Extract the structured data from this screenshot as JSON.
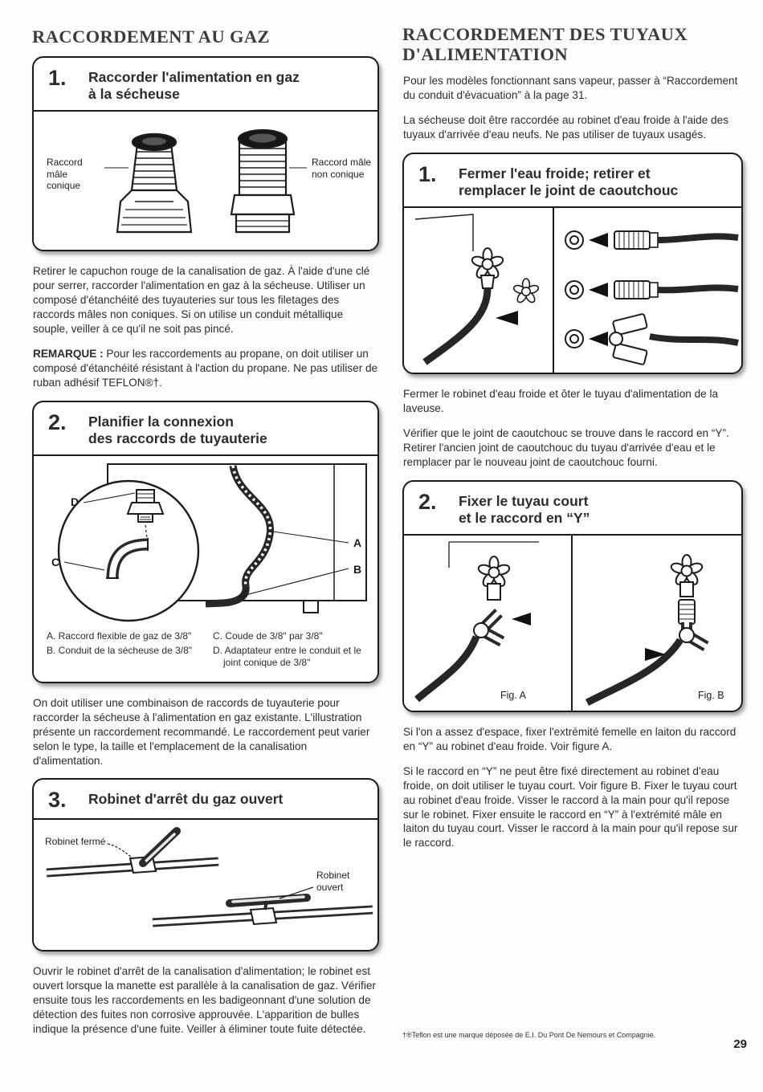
{
  "page": {
    "number": "29",
    "footnote": "†®Teflon est une marque déposée de E.I. Du Pont De Nemours et Compagnie."
  },
  "gas_section": {
    "title": "RACCORDEMENT AU GAZ",
    "step1": {
      "number": "1.",
      "title_lines": [
        "Raccorder l'alimentation en gaz",
        "à la sécheuse"
      ],
      "label_conical": "Raccord mâle conique",
      "label_nonconical": "Raccord mâle non conique"
    },
    "para1": "Retirer le capuchon rouge de la canalisation de gaz. À l'aide d'une clé pour serrer, raccorder l'alimentation en gaz à la sécheuse. Utiliser un composé d'étanchéité des tuyauteries sur tous les filetages des raccords mâles non coniques. Si on utilise un conduit métallique souple, veiller à ce qu'il ne soit pas pincé.",
    "remark_label": "REMARQUE :",
    "remark_text": " Pour les raccordements au propane, on doit utiliser un composé d'étanchéité résistant à l'action du propane. Ne pas utiliser de ruban adhésif TEFLON®†.",
    "step2": {
      "number": "2.",
      "title_lines": [
        "Planifier la connexion",
        "des raccords de tuyauterie"
      ],
      "callout_a": "A",
      "callout_b": "B",
      "callout_c": "C",
      "callout_d": "D",
      "legend_left": [
        "A. Raccord flexible de gaz de 3/8\"",
        "B. Conduit de la sécheuse de 3/8\""
      ],
      "legend_right": [
        "C. Coude de 3/8\" par 3/8\"",
        "D. Adaptateur entre le conduit et le joint conique de 3/8\""
      ]
    },
    "para2": "On doit utiliser une combinaison de raccords de tuyauterie pour raccorder la sécheuse à l'alimentation en gaz existante. L'illustration présente un raccordement recommandé. Le raccordement peut varier selon le type, la taille et l'emplacement de la canalisation d'alimentation.",
    "step3": {
      "number": "3.",
      "title_lines": [
        "Robinet d'arrêt du gaz ouvert"
      ],
      "label_closed": "Robinet fermé",
      "label_open": "Robinet ouvert"
    },
    "para3": "Ouvrir le robinet d'arrêt de la canalisation d'alimentation; le robinet est ouvert lorsque la manette est parallèle à la canalisation de gaz. Vérifier ensuite tous les raccordements en les badigeonnant d'une solution de détection des fuites non corrosive approuvée. L'apparition de bulles indique la présence d'une fuite. Veiller à éliminer toute fuite détectée."
  },
  "water_section": {
    "title_lines": [
      "RACCORDEMENT DES TUYAUX",
      "D'ALIMENTATION"
    ],
    "intro1": "Pour les modèles fonctionnant sans vapeur, passer à “Raccordement du conduit d'évacuation” à la page 31.",
    "intro2": "La sécheuse doit être raccordée au robinet d'eau froide à l'aide des tuyaux d'arrivée d'eau neufs. Ne pas utiliser de tuyaux usagés.",
    "step1": {
      "number": "1.",
      "title_lines": [
        "Fermer l'eau froide; retirer et",
        "remplacer le joint de caoutchouc"
      ]
    },
    "para1": "Fermer le robinet d'eau froide et ôter le tuyau d'alimentation de la laveuse.",
    "para2": "Vérifier que le joint de caoutchouc se trouve dans le raccord en “Y”. Retirer l'ancien joint de caoutchouc du tuyau d'arrivée d'eau et le remplacer par le nouveau joint de caoutchouc fourni.",
    "step2": {
      "number": "2.",
      "title_lines": [
        "Fixer le tuyau court",
        "et le raccord en “Y”"
      ],
      "fig_a": "Fig. A",
      "fig_b": "Fig. B"
    },
    "para3": "Si l'on a assez d'espace, fixer l'extrémité femelle en laiton du raccord en “Y” au robinet d'eau froide.  Voir figure A.",
    "para4": "Si le raccord en “Y” ne peut être fixé directement au robinet d'eau froide, on doit utiliser le tuyau court. Voir figure B. Fixer le tuyau court au robinet d'eau froide. Visser le raccord à la main pour qu'il repose sur le robinet. Fixer ensuite le raccord en “Y” à l'extrémité mâle en laiton du tuyau court. Visser le raccord à la main pour qu'il repose sur le raccord."
  }
}
